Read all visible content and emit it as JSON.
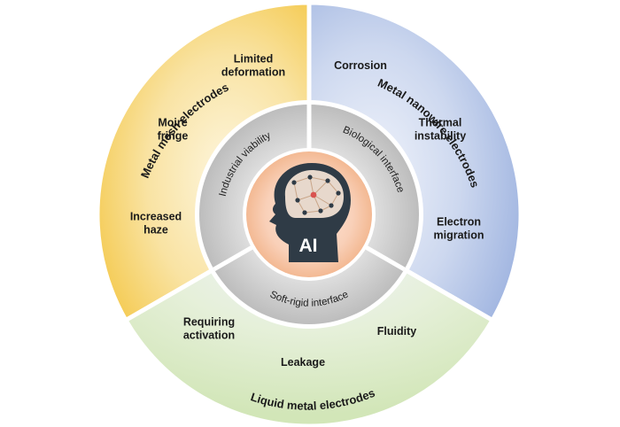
{
  "outer_segments": {
    "metal_mesh": {
      "title": "Metal mesh electrodes",
      "items": [
        "Limited deformation",
        "Moire fringe",
        "Increased haze"
      ],
      "color": "#f6d36b"
    },
    "metal_nanowire": {
      "title": "Metal nanowire electrodes",
      "items": [
        "Corrosion",
        "Thermal instability",
        "Electron migration"
      ],
      "color": "#a9bde4"
    },
    "liquid_metal": {
      "title": "Liquid metal electrodes",
      "items": [
        "Requiring activation",
        "Fluidity",
        "Leakage"
      ],
      "color": "#d6e8bf"
    }
  },
  "inner_segments": {
    "industrial": "Industrial viability",
    "biological": "Biological interface",
    "soft_rigid": "Soft-rigid interface",
    "color": "#c8c8c8"
  },
  "center": {
    "label": "AI",
    "icon": "ai-head-brain-icon",
    "ring_color": "#f7c6a8",
    "head_color": "#2f3b46"
  }
}
